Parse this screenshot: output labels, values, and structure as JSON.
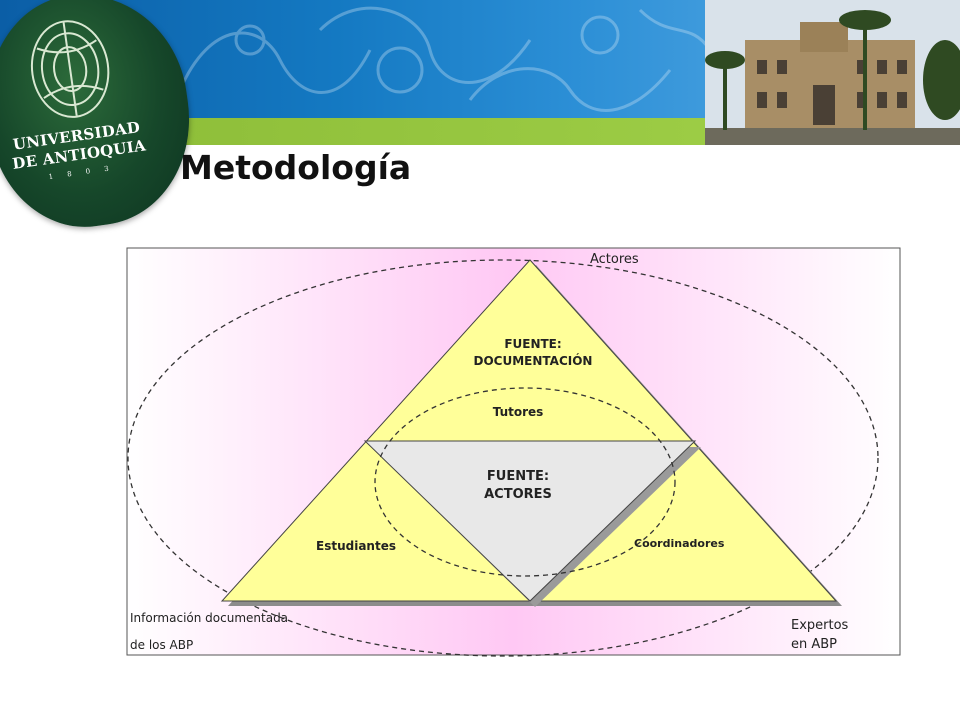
{
  "header": {
    "title": "Metodología",
    "logo": {
      "line1": "UNIVERSIDAD",
      "line2": "DE ANTIOQUIA",
      "year": "1 8 0 3"
    },
    "colors": {
      "banner_blue": "#1479c2",
      "strip_green": "#9ccc45",
      "logo_green": "#16472a"
    }
  },
  "diagram": {
    "outer_ellipse_label": "Actores",
    "top_section_label": "FUENTE:\nDOCUMENTACIÓN",
    "top_section_line1": "FUENTE:",
    "top_section_line2": "DOCUMENTACIÓN",
    "inner_ellipse_label": "Tutores",
    "center_label_line1": "FUENTE:",
    "center_label_line2": "ACTORES",
    "left_corner_label": "Estudiantes",
    "right_corner_label": "Coordinadores",
    "bottom_left_line1": "Información documentada",
    "bottom_left_line2": "de los  ABP",
    "bottom_right_line1": "Expertos",
    "bottom_right_line2": "en ABP",
    "colors": {
      "triangle_fill": "#ffff99",
      "center_fill": "#e8e8e8",
      "background_gradient_center": "#ffc8f4"
    }
  }
}
